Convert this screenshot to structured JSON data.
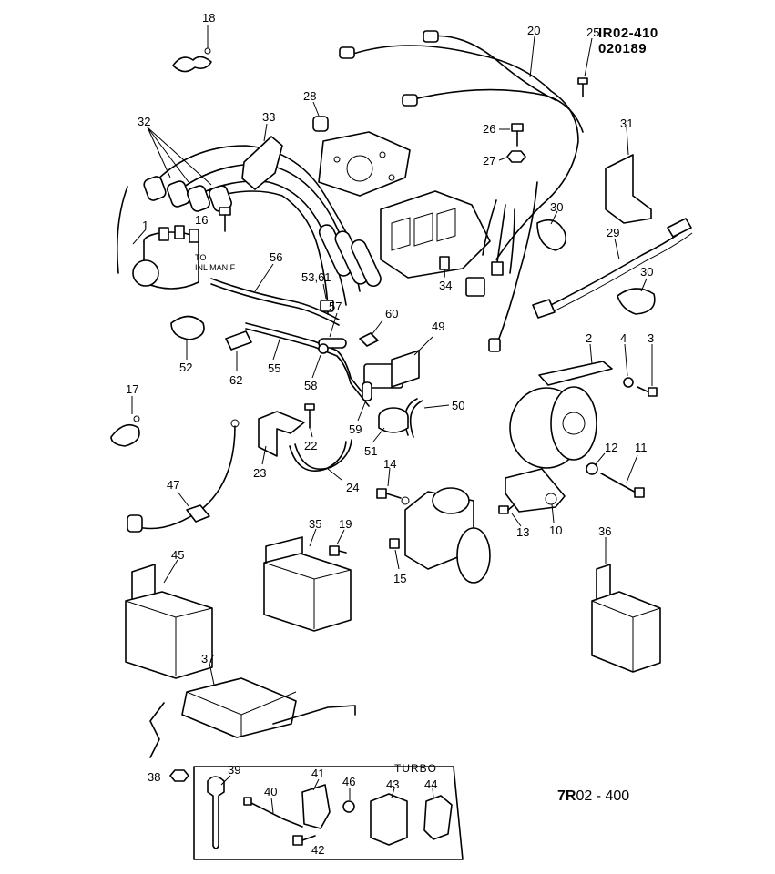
{
  "header": {
    "code_line1": "IR02-410",
    "code_line2": "020189"
  },
  "footer": {
    "code_prefix": "7R",
    "code_suffix": "02 - 400"
  },
  "annotations": {
    "manifold_note_line1": "TO",
    "manifold_note_line2": "INL MANIF",
    "turbo_label": "TURBO"
  },
  "callouts": [
    {
      "id": "c18",
      "label": "18"
    },
    {
      "id": "c20",
      "label": "20"
    },
    {
      "id": "c25",
      "label": "25"
    },
    {
      "id": "c28",
      "label": "28"
    },
    {
      "id": "c32",
      "label": "32"
    },
    {
      "id": "c33",
      "label": "33"
    },
    {
      "id": "c26",
      "label": "26"
    },
    {
      "id": "c27",
      "label": "27"
    },
    {
      "id": "c31",
      "label": "31"
    },
    {
      "id": "c16",
      "label": "16"
    },
    {
      "id": "c1",
      "label": "1"
    },
    {
      "id": "c30a",
      "label": "30"
    },
    {
      "id": "c29",
      "label": "29"
    },
    {
      "id": "c30b",
      "label": "30"
    },
    {
      "id": "c56",
      "label": "56"
    },
    {
      "id": "c5361",
      "label": "53,61"
    },
    {
      "id": "c34",
      "label": "34"
    },
    {
      "id": "c57",
      "label": "57"
    },
    {
      "id": "c60",
      "label": "60"
    },
    {
      "id": "c49",
      "label": "49"
    },
    {
      "id": "c52",
      "label": "52"
    },
    {
      "id": "c62",
      "label": "62"
    },
    {
      "id": "c55",
      "label": "55"
    },
    {
      "id": "c58",
      "label": "58"
    },
    {
      "id": "c2",
      "label": "2"
    },
    {
      "id": "c4",
      "label": "4"
    },
    {
      "id": "c3",
      "label": "3"
    },
    {
      "id": "c17",
      "label": "17"
    },
    {
      "id": "c50",
      "label": "50"
    },
    {
      "id": "c59",
      "label": "59"
    },
    {
      "id": "c22",
      "label": "22"
    },
    {
      "id": "c51",
      "label": "51"
    },
    {
      "id": "c12",
      "label": "12"
    },
    {
      "id": "c11",
      "label": "11"
    },
    {
      "id": "c23",
      "label": "23"
    },
    {
      "id": "c24",
      "label": "24"
    },
    {
      "id": "c14",
      "label": "14"
    },
    {
      "id": "c47",
      "label": "47"
    },
    {
      "id": "c13",
      "label": "13"
    },
    {
      "id": "c10",
      "label": "10"
    },
    {
      "id": "c35",
      "label": "35"
    },
    {
      "id": "c19",
      "label": "19"
    },
    {
      "id": "c36",
      "label": "36"
    },
    {
      "id": "c15",
      "label": "15"
    },
    {
      "id": "c45",
      "label": "45"
    },
    {
      "id": "c37",
      "label": "37"
    },
    {
      "id": "c38",
      "label": "38"
    },
    {
      "id": "c39",
      "label": "39"
    },
    {
      "id": "c41",
      "label": "41"
    },
    {
      "id": "c46",
      "label": "46"
    },
    {
      "id": "c43",
      "label": "43"
    },
    {
      "id": "c44",
      "label": "44"
    },
    {
      "id": "c40",
      "label": "40"
    },
    {
      "id": "c42",
      "label": "42"
    }
  ]
}
